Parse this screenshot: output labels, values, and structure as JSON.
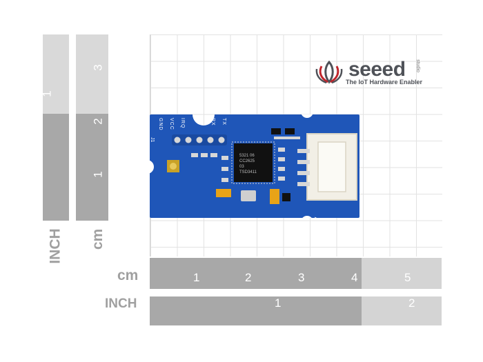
{
  "logo": {
    "brand": "seeed",
    "studio": "studio",
    "tagline": "The IoT Hardware Enabler"
  },
  "vertical_rulers": {
    "inch": {
      "unit": "INCH",
      "ticks": [
        "1"
      ]
    },
    "cm": {
      "unit": "cm",
      "ticks": [
        "3",
        "2",
        "1"
      ]
    }
  },
  "horizontal_rulers": {
    "cm": {
      "unit": "cm",
      "ticks": [
        "1",
        "2",
        "3",
        "4",
        "5"
      ]
    },
    "inch": {
      "unit": "INCH",
      "ticks": [
        "1",
        "2"
      ]
    }
  },
  "board": {
    "header_pins": [
      "GND",
      "VCC",
      "IRQ",
      "RX",
      "TX"
    ],
    "connector_label": "J1",
    "chip_lines": [
      "5321 06",
      "CC2625",
      "03",
      "TSD3411"
    ],
    "colors": {
      "pcb": "#1f56b8",
      "pad": "#d7d7d7",
      "connector": "#f2efe6"
    }
  }
}
